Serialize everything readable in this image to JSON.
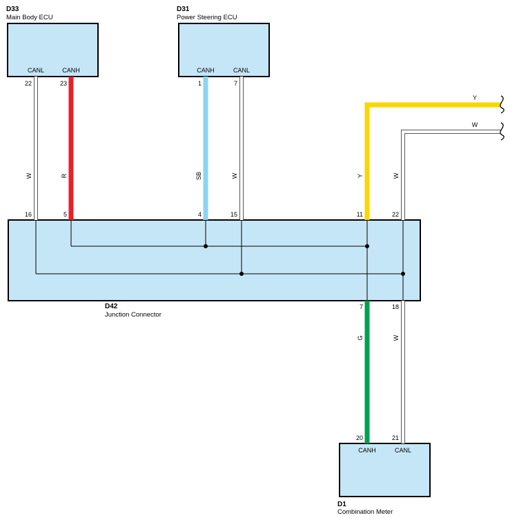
{
  "components": {
    "d33": {
      "code": "D33",
      "name": "Main Body ECU"
    },
    "d31": {
      "code": "D31",
      "name": "Power Steering ECU"
    },
    "d42": {
      "code": "D42",
      "name": "Junction Connector"
    },
    "d1": {
      "code": "D1",
      "name": "Combination Meter"
    }
  },
  "signals": {
    "d33_canl": "CANL",
    "d33_canh": "CANH",
    "d31_canh": "CANH",
    "d31_canl": "CANL",
    "d1_canh": "CANH",
    "d1_canl": "CANL"
  },
  "pins": {
    "d33_22": "22",
    "d33_23": "23",
    "d31_1": "1",
    "d31_7": "7",
    "d42_16": "16",
    "d42_5": "5",
    "d42_4": "4",
    "d42_15": "15",
    "d42_11": "11",
    "d42_22": "22",
    "d42_7": "7",
    "d42_18": "18",
    "d1_20": "20",
    "d1_21": "21"
  },
  "wire_colors": {
    "w1": "W",
    "w2": "R",
    "w3": "SB",
    "w4": "W",
    "w5": "Y",
    "w6": "W",
    "w7": "G",
    "w8": "W",
    "y_out": "Y",
    "w_out": "W"
  },
  "palette": {
    "box_fill": "#c5e6f7",
    "red": "#e8202a",
    "sky_blue": "#8dd3f4",
    "yellow": "#fcd600",
    "green": "#00a04e",
    "white_wire": "#ffffff"
  }
}
